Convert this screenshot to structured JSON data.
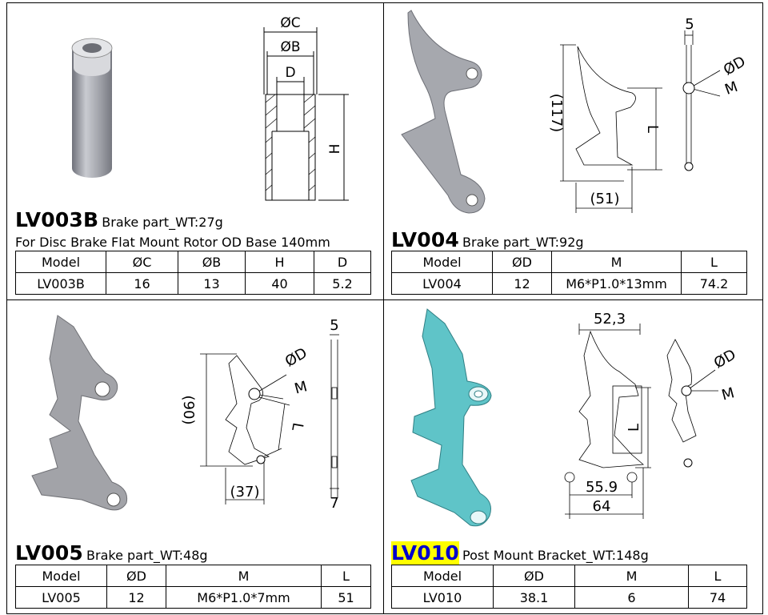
{
  "panels": [
    {
      "code": "LV003B",
      "desc": "Brake part_WT:27g",
      "subtitle": "For Disc Brake Flat Mount Rotor OD Base 140mm",
      "headers": [
        "Model",
        "ØC",
        "ØB",
        "H",
        "D"
      ],
      "values": [
        "LV003B",
        "16",
        "13",
        "40",
        "5.2"
      ],
      "drawing_labels": [
        "ØC",
        "ØB",
        "D",
        "H"
      ]
    },
    {
      "code": "LV004",
      "desc": "Brake part_WT:92g",
      "headers": [
        "Model",
        "ØD",
        "M",
        "L"
      ],
      "values": [
        "LV004",
        "12",
        "M6*P1.0*13mm",
        "74.2"
      ],
      "drawing_labels": [
        "5",
        "ØD",
        "M",
        "(117)",
        "L",
        "(51)"
      ]
    },
    {
      "code": "LV005",
      "desc": "Brake part_WT:48g",
      "headers": [
        "Model",
        "ØD",
        "M",
        "L"
      ],
      "values": [
        "LV005",
        "12",
        "M6*P1.0*7mm",
        "51"
      ],
      "drawing_labels": [
        "5",
        "ØD",
        "M",
        "(90)",
        "L",
        "(37)",
        "7"
      ]
    },
    {
      "code": "LV010",
      "desc": "Post Mount Bracket_WT:148g",
      "headers": [
        "Model",
        "ØD",
        "M",
        "L"
      ],
      "values": [
        "LV010",
        "38.1",
        "6",
        "74"
      ],
      "drawing_labels": [
        "52,3",
        "ØD",
        "M",
        "L",
        "55.9",
        "64"
      ]
    }
  ],
  "colors": {
    "part_gray": "#9a9ca3",
    "part_teal": "#5fc4c8",
    "highlight": "#ffff00",
    "highlight_text": "#0000cc"
  }
}
